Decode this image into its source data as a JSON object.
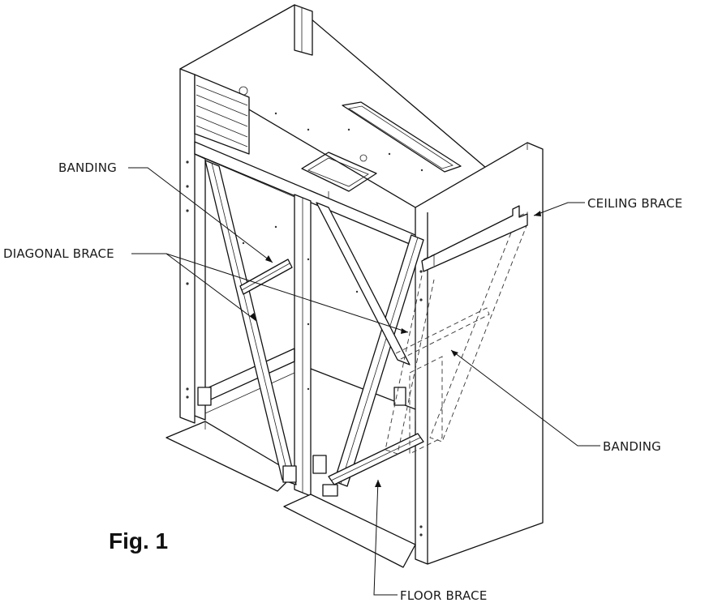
{
  "labels": {
    "banding_top": "BANDING",
    "diagonal_brace": "DIAGONAL BRACE",
    "ceiling_brace": "CEILING BRACE",
    "banding_right": "BANDING",
    "floor_brace": "FLOOR BRACE"
  },
  "caption": "Fig. 1"
}
